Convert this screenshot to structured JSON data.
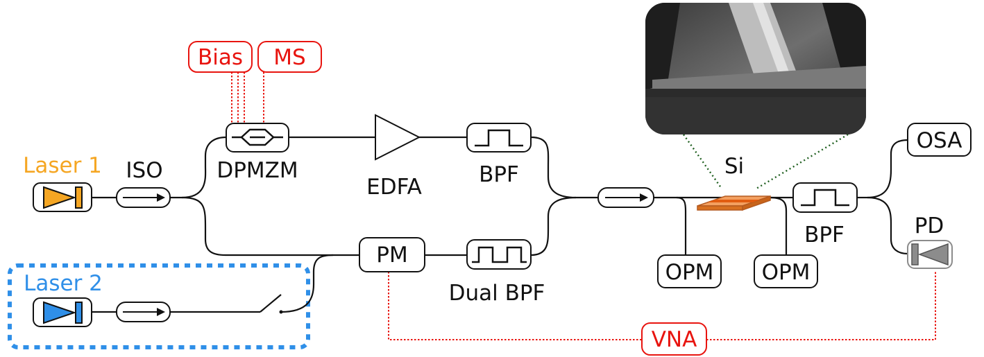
{
  "labels": {
    "laser1": "Laser 1",
    "laser2": "Laser 2",
    "iso": "ISO",
    "dpmzm": "DPMZM",
    "bias": "Bias",
    "ms": "MS",
    "edfa": "EDFA",
    "bpf1": "BPF",
    "pm": "PM",
    "dual_bpf": "Dual BPF",
    "si": "Si",
    "opm1": "OPM",
    "opm2": "OPM",
    "bpf2": "BPF",
    "osa": "OSA",
    "pd": "PD",
    "vna": "VNA"
  },
  "colors": {
    "laser1": "#f5a623",
    "laser2": "#2f8fe8",
    "rf": "#e8140f",
    "laser2_frame": "#2f8fe8",
    "sample": "#e07a2a",
    "pd": "#8c8c8c"
  },
  "icons": {
    "laser1": "laser-diode-icon",
    "laser2": "laser-diode-icon",
    "iso": "isolator-arrow-icon",
    "dpmzm": "mzm-interferometer-icon",
    "edfa": "amplifier-triangle-icon",
    "bpf": "bandpass-filter-icon",
    "dual_bpf": "dual-bandpass-filter-icon",
    "circulator": "arrow-icon",
    "switch": "optical-switch-icon",
    "pd": "photodiode-icon",
    "sem": "sem-micrograph-image"
  }
}
